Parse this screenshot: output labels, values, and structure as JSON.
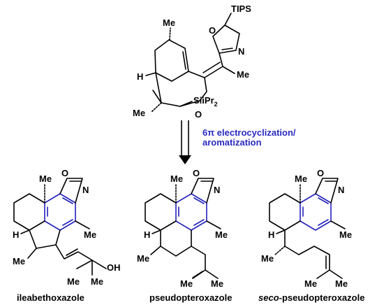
{
  "reaction": {
    "conditions_line1": "6π electrocyclization/",
    "conditions_line2": "aromatization"
  },
  "starting_material": {
    "atoms": {
      "tips": "TIPS",
      "oxazole_o": "O",
      "oxazole_n": "N",
      "me_top": "Me",
      "me_vinyl": "Me",
      "h": "H",
      "me_left": "Me",
      "si_ipr2": "SiiPr",
      "si_sub": "2",
      "ring_o": "O"
    }
  },
  "products": [
    {
      "name": "ileabethoxazole",
      "name_italic_prefix": "",
      "atoms": {
        "me_top": "Me",
        "ox_o": "O",
        "ox_n": "N",
        "me_right": "Me",
        "h": "H",
        "me_left": "Me",
        "me_a": "Me",
        "me_b": "Me",
        "oh": "OH"
      }
    },
    {
      "name": "pseudopteroxazole",
      "name_italic_prefix": "",
      "atoms": {
        "me_top": "Me",
        "ox_o": "O",
        "ox_n": "N",
        "me_right": "Me",
        "h": "H",
        "me_left": "Me",
        "me_a": "Me",
        "me_b": "Me"
      }
    },
    {
      "name": "-pseudopteroxazole",
      "name_italic_prefix": "seco",
      "atoms": {
        "me_top": "Me",
        "ox_o": "O",
        "ox_n": "N",
        "me_right": "Me",
        "h": "H",
        "me_left": "Me",
        "me_a": "Me",
        "me_b": "Me"
      }
    }
  ],
  "colors": {
    "aromatic_ring": "#2222bb",
    "conditions_text": "#2a2ac0"
  }
}
